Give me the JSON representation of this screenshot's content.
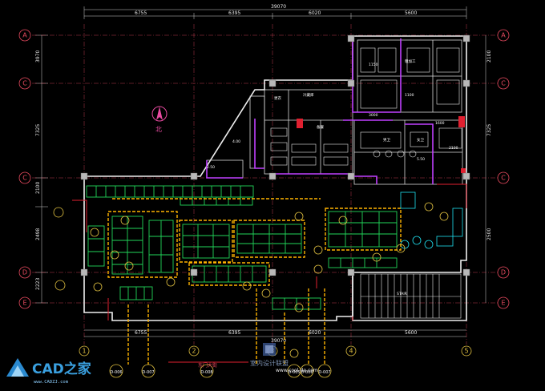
{
  "drawing": {
    "dims_top": [
      "6755",
      "6395",
      "6020",
      "5600"
    ],
    "dims_top_total": "39070",
    "dims_bottom": [
      "6755",
      "6395",
      "6020",
      "5600"
    ],
    "dims_bottom_total": "39070",
    "dims_left": [
      "3970",
      "7325",
      "2100",
      "2498",
      "2223"
    ],
    "dims_right": [
      "2100",
      "7325",
      "2500"
    ],
    "row_axes": [
      "A",
      "C",
      "C",
      "D",
      "E"
    ],
    "col_axes": [
      "1",
      "2",
      "3",
      "4",
      "5"
    ],
    "north_label": "北",
    "east_gate_caption": "东门大街",
    "section_labels": [
      "D-006",
      "D-007",
      "D-008",
      "D-005",
      "D-006",
      "D-007"
    ],
    "room_labels": [
      "更衣",
      "冷藏库",
      "粗加工",
      "备餐",
      "男卫",
      "女卫",
      "1150",
      "1100",
      "3000",
      "2100",
      "1600",
      "4.00",
      "5.50",
      "2.50"
    ],
    "stair_label": "STAIR"
  },
  "watermark": {
    "brand": "CAD之家",
    "url": "www.CADZJ.com",
    "center_text": "室内设计联盟",
    "center_url": "www.cool-de.com"
  },
  "colors": {
    "background": "#000000",
    "wall": "#ffffff",
    "axis": "#e84a5f",
    "furniture": "#22d65a",
    "dashed_zone": "#ffb400",
    "purple": "#c040ff",
    "cyan": "#20e0f0"
  }
}
